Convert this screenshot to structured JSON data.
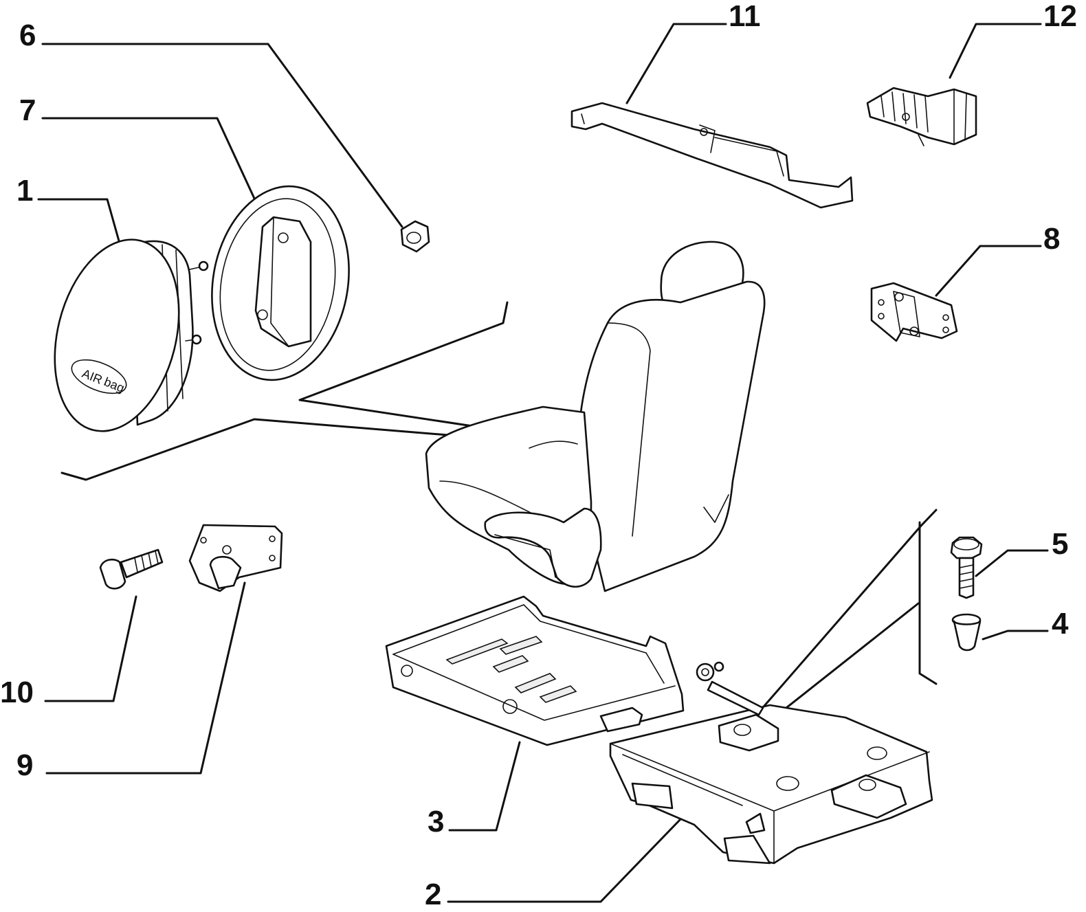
{
  "diagram": {
    "callouts": [
      {
        "id": "1",
        "label": "1"
      },
      {
        "id": "2",
        "label": "2"
      },
      {
        "id": "3",
        "label": "3"
      },
      {
        "id": "4",
        "label": "4"
      },
      {
        "id": "5",
        "label": "5"
      },
      {
        "id": "6",
        "label": "6"
      },
      {
        "id": "7",
        "label": "7"
      },
      {
        "id": "8",
        "label": "8"
      },
      {
        "id": "9",
        "label": "9"
      },
      {
        "id": "10",
        "label": "10"
      },
      {
        "id": "11",
        "label": "11"
      },
      {
        "id": "12",
        "label": "12"
      }
    ],
    "airbag_badge": {
      "line1": "AIR",
      "line2": "bag"
    }
  }
}
